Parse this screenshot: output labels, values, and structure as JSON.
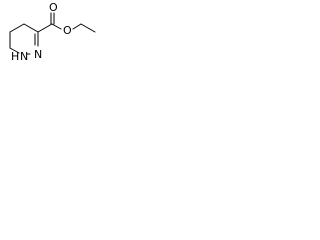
{
  "molecule": {
    "atoms": {
      "n_upper": "N",
      "n_lower": "N",
      "h_on_n": "H",
      "o_carbonyl": "O",
      "o_ester": "O"
    },
    "colors": {
      "bond": "#000000",
      "background": "#ffffff"
    }
  }
}
